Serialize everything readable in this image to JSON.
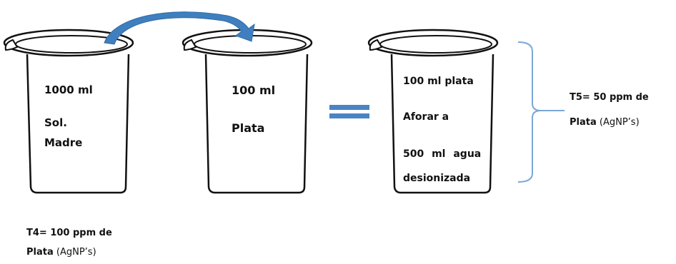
{
  "beaker1": {
    "line1": "1000 ml",
    "line2": "Sol.",
    "line3": "Madre"
  },
  "beaker2": {
    "line1": "100 ml",
    "line2": "Plata"
  },
  "beaker3": {
    "line1": "100 ml plata",
    "line2": "Aforar a",
    "line3": "500 ml agua",
    "line4": "desionizada"
  },
  "label_t4": {
    "line1": "T4= 100 ppm de",
    "line2_bold": "Plata",
    "line2_normal": "(AgNP’s)"
  },
  "label_t5": {
    "line1": "T5= 50 ppm de",
    "line2_bold": "Plata",
    "line2_normal": "(AgNP’s)"
  },
  "colors": {
    "arrow": "#3f7fbf",
    "equals": "#4a84c4",
    "brace": "#7aa7d6",
    "outline": "#111111"
  }
}
